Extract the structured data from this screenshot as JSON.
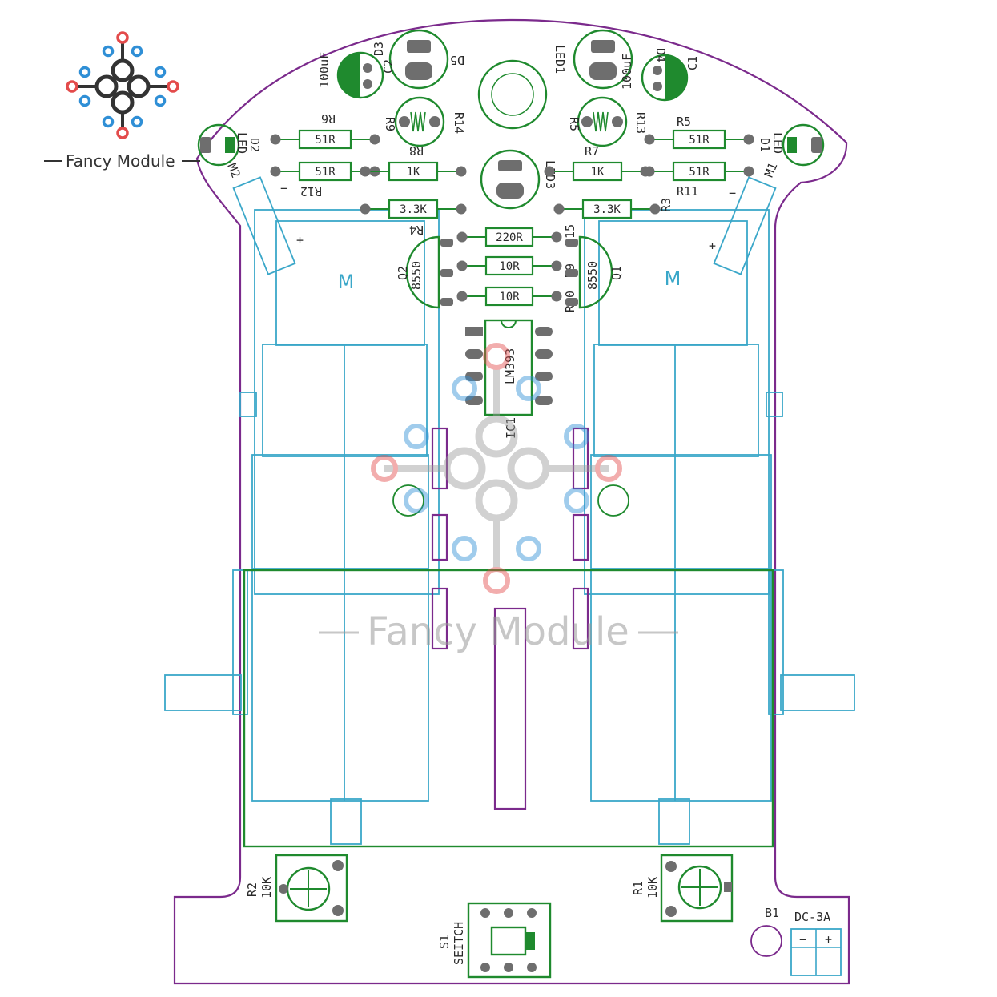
{
  "brand": {
    "logo_text": "Fancy Module",
    "watermark_text": "Fancy Module"
  },
  "resistors": [
    {
      "ref": "R6",
      "value": "51R"
    },
    {
      "ref": "R12",
      "value": "51R"
    },
    {
      "ref": "R8",
      "value": "1K"
    },
    {
      "ref": "R4",
      "value": "3.3K"
    },
    {
      "ref": "R5",
      "value": "51R"
    },
    {
      "ref": "R11",
      "value": "51R"
    },
    {
      "ref": "R7",
      "value": "1K"
    },
    {
      "ref": "R3",
      "value": "3.3K"
    },
    {
      "ref": "R15",
      "value": "220R"
    },
    {
      "ref": "R9",
      "value": "10R"
    },
    {
      "ref": "R10",
      "value": "10R"
    }
  ],
  "leds": {
    "d2": "D2",
    "led2": "LED",
    "d1": "D1",
    "led1": "LED",
    "led3": "LED3",
    "led_top": "LED1",
    "d5": "D5"
  },
  "capacitors": {
    "c2": "C2",
    "c2_value": "100uF",
    "c1": "C1",
    "c1_value": "100uF",
    "d4": "D4",
    "d3": "D3"
  },
  "photoresistors": {
    "r13": "R13",
    "r14": "R14",
    "r9": "R9",
    "r5": "R5"
  },
  "transistors": {
    "q2": "Q2",
    "q2_part": "8550",
    "q1": "Q1",
    "q1_part": "8550"
  },
  "ic": {
    "ref": "IC1",
    "part": "LM393"
  },
  "motors": {
    "m_left": "M",
    "m_right": "M",
    "m2": "M2",
    "m1": "M1",
    "minus": "−",
    "plus": "+"
  },
  "pots": {
    "r2": "R2",
    "r2_value": "10K",
    "r1": "R1",
    "r1_value": "10K"
  },
  "switch": {
    "ref": "S1",
    "name": "SEITCH"
  },
  "battery": {
    "ref": "B1",
    "name": "DC-3A",
    "minus": "−",
    "plus": "+"
  }
}
